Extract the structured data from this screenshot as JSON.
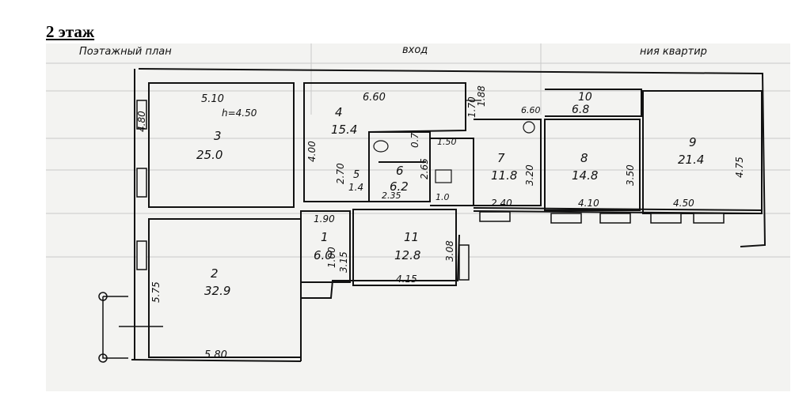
{
  "page_title": "2 этаж",
  "header_text": {
    "left": "Поэтажный план",
    "mid": "вход",
    "right": "ния квартир"
  },
  "rooms": [
    {
      "id": "room-3",
      "number": "3",
      "area": "25.0",
      "height": "h=4.50",
      "width": "5.10",
      "depth": "4.80"
    },
    {
      "id": "room-2",
      "number": "2",
      "area": "32.9",
      "width": "5.80",
      "depth": "5.75"
    },
    {
      "id": "room-4",
      "number": "4",
      "area": "15.4",
      "width": "6.60",
      "depth": "4.00"
    },
    {
      "id": "room-5",
      "number": "5",
      "area": "1.4",
      "width": "0.7",
      "depth": "2.70"
    },
    {
      "id": "room-6",
      "number": "6",
      "area": "6.2",
      "width": "2.35",
      "depth": "2.65"
    },
    {
      "id": "room-1",
      "number": "1",
      "area": "6.0",
      "width": "1.90",
      "depth": "3.15"
    },
    {
      "id": "room-11",
      "number": "11",
      "area": "12.8",
      "width": "4.15",
      "depth": "3.08"
    },
    {
      "id": "room-7",
      "number": "7",
      "area": "11.8",
      "width": "2.40",
      "depth": "3.20"
    },
    {
      "id": "room-8",
      "number": "8",
      "area": "14.8",
      "width": "4.10",
      "depth": "3.50"
    },
    {
      "id": "room-9",
      "number": "9",
      "area": "21.4",
      "width": "4.50",
      "depth": "4.75"
    },
    {
      "id": "room-10",
      "number": "10",
      "area": "6.8",
      "width": "6.60"
    }
  ],
  "misc_dims": {
    "d_150": "1.50",
    "d_170": "1.70",
    "d_100": "1.00",
    "d_188": "1.88",
    "d_10": "1.0"
  }
}
